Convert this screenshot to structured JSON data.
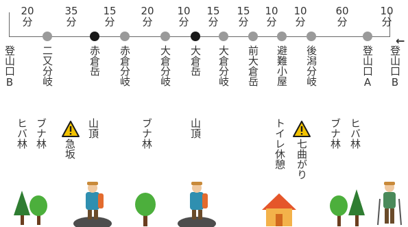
{
  "segments": [
    {
      "time": "20",
      "unit": "分"
    },
    {
      "time": "35",
      "unit": "分"
    },
    {
      "time": "15",
      "unit": "分"
    },
    {
      "time": "20",
      "unit": "分"
    },
    {
      "time": "10",
      "unit": "分"
    },
    {
      "time": "15",
      "unit": "分"
    },
    {
      "time": "15",
      "unit": "分"
    },
    {
      "time": "10",
      "unit": "分"
    },
    {
      "time": "10",
      "unit": "分"
    },
    {
      "time": "60",
      "unit": "分"
    },
    {
      "time": "10",
      "unit": "分"
    }
  ],
  "stops": [
    {
      "name": "登山口B",
      "type": "endpoint"
    },
    {
      "name": "二又分岐",
      "type": "point"
    },
    {
      "name": "赤倉岳",
      "type": "peak"
    },
    {
      "name": "赤倉分岐",
      "type": "point"
    },
    {
      "name": "大倉分岐",
      "type": "point"
    },
    {
      "name": "大倉岳",
      "type": "peak"
    },
    {
      "name": "大倉分岐",
      "type": "point"
    },
    {
      "name": "前大倉岳",
      "type": "point"
    },
    {
      "name": "避難小屋",
      "type": "point"
    },
    {
      "name": "後潟分岐",
      "type": "point"
    },
    {
      "name": "登山口A",
      "type": "point"
    },
    {
      "name": "登山口B",
      "type": "endpoint"
    }
  ],
  "arrow": "←",
  "notes": {
    "n1": "ヒバ林",
    "n2": "ブナ林",
    "n3_warn": "急坂",
    "n3": "山頂",
    "n4": "ブナ林",
    "n5": "山頂",
    "n6": "トイレ休憩",
    "n7_warn": "七曲がり",
    "n8": "ブナ林",
    "n9": "ヒバ林"
  },
  "icons": [
    "trees-icon",
    "hiker-on-summit-icon",
    "tree-icon",
    "hiker-on-summit-icon",
    "hut-icon",
    "trees-icon",
    "hiker-icon"
  ],
  "colors": {
    "line": "#666666",
    "dot": "#9a9a9a",
    "peak": "#1a1a1a",
    "warning": "#f2c200",
    "tree": "#3a9a3a",
    "hut": "#e5562a"
  }
}
